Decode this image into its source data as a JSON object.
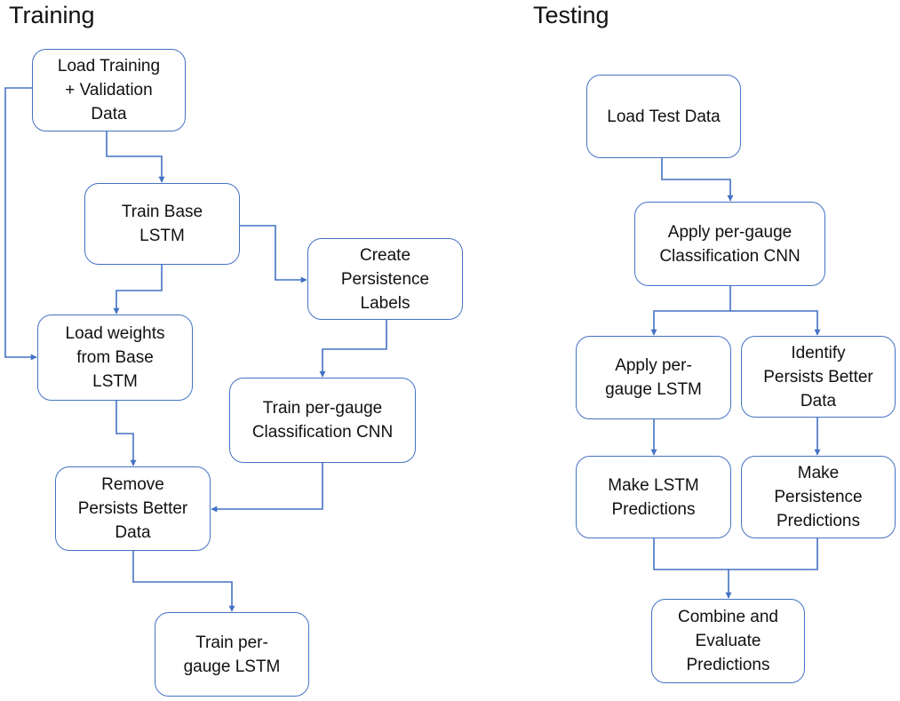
{
  "sections": {
    "training_title": "Training",
    "testing_title": "Testing"
  },
  "colors": {
    "edge": "#4472c4",
    "box_border": "#4472c4",
    "text": "#111111"
  },
  "training": {
    "load_training": "Load Training\n+ Validation\nData",
    "train_base_lstm": "Train Base\nLSTM",
    "create_persistence_labels": "Create\nPersistence\nLabels",
    "load_weights": "Load weights\nfrom Base\nLSTM",
    "train_classification_cnn": "Train per-gauge\nClassification CNN",
    "remove_persists_better": "Remove\nPersists Better\nData",
    "train_per_gauge_lstm": "Train per-\ngauge LSTM"
  },
  "testing": {
    "load_test_data": "Load Test Data",
    "apply_classification_cnn": "Apply per-gauge\nClassification CNN",
    "apply_per_gauge_lstm": "Apply per-\ngauge LSTM",
    "identify_persists_better": "Identify\nPersists Better\nData",
    "make_lstm_predictions": "Make LSTM\nPredictions",
    "make_persistence_predictions": "Make\nPersistence\nPredictions",
    "combine_evaluate": "Combine and\nEvaluate\nPredictions"
  },
  "edges": [
    {
      "from": "load-training-box",
      "to": "train-base-lstm-box"
    },
    {
      "from": "load-training-box",
      "to": "load-weights-box"
    },
    {
      "from": "train-base-lstm-box",
      "to": "load-weights-box"
    },
    {
      "from": "train-base-lstm-box",
      "to": "create-persistence-labels-box"
    },
    {
      "from": "create-persistence-labels-box",
      "to": "train-classification-cnn-box"
    },
    {
      "from": "load-weights-box",
      "to": "remove-persists-better-box"
    },
    {
      "from": "train-classification-cnn-box",
      "to": "remove-persists-better-box"
    },
    {
      "from": "remove-persists-better-box",
      "to": "train-per-gauge-lstm-box"
    },
    {
      "from": "load-test-data-box",
      "to": "apply-classification-cnn-box"
    },
    {
      "from": "apply-classification-cnn-box",
      "to": "apply-per-gauge-lstm-box"
    },
    {
      "from": "apply-classification-cnn-box",
      "to": "identify-persists-better-box"
    },
    {
      "from": "apply-per-gauge-lstm-box",
      "to": "make-lstm-predictions-box"
    },
    {
      "from": "identify-persists-better-box",
      "to": "make-persistence-predictions-box"
    },
    {
      "from": "make-lstm-predictions-box",
      "to": "combine-evaluate-box"
    },
    {
      "from": "make-persistence-predictions-box",
      "to": "combine-evaluate-box"
    }
  ]
}
